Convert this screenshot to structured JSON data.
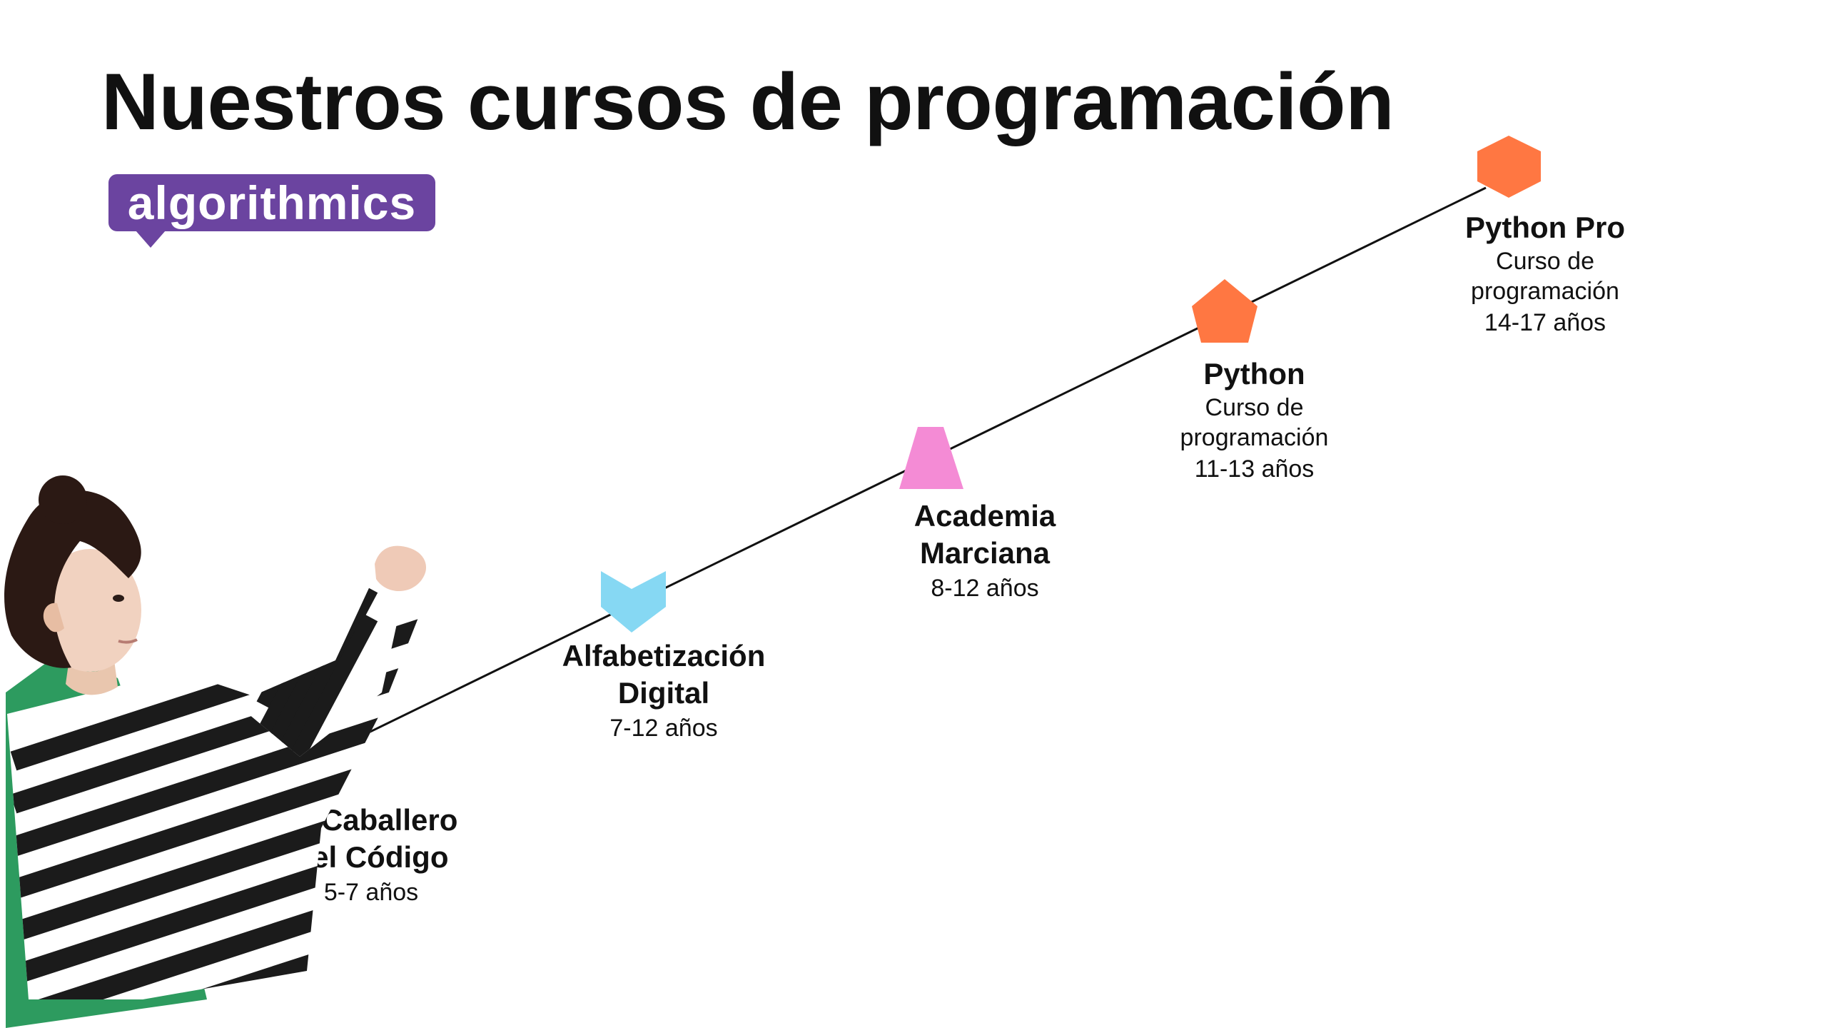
{
  "page": {
    "title": "Nuestros cursos de programación"
  },
  "logo": {
    "text": "algorithmics",
    "color": "#6b44a0"
  },
  "courses": [
    {
      "name_line1": "El Caballero",
      "name_line2": "del Código",
      "description_line1": "",
      "description_line2": "",
      "age": "5-7 años",
      "shape": "pentagon-down",
      "color": "#3dbf5f"
    },
    {
      "name_line1": "Alfabetización",
      "name_line2": "Digital",
      "description_line1": "",
      "description_line2": "",
      "age": "7-12 años",
      "shape": "chevron-down",
      "color": "#86d8f3"
    },
    {
      "name_line1": "Academia",
      "name_line2": "Marciana",
      "description_line1": "",
      "description_line2": "",
      "age": "8-12 años",
      "shape": "trapezoid",
      "color": "#f48bd5"
    },
    {
      "name_line1": "Python",
      "name_line2": "",
      "description_line1": "Curso de",
      "description_line2": "programación",
      "age": "11-13 años",
      "shape": "pentagon",
      "color": "#ff7742"
    },
    {
      "name_line1": "Python Pro",
      "name_line2": "",
      "description_line1": "Curso de",
      "description_line2": "programación",
      "age": "14-17 años",
      "shape": "hexagon",
      "color": "#ff7742"
    }
  ],
  "illustration": {
    "subject": "child-superhero",
    "cape_color": "#2d9b5f",
    "shirt_stripe_color": "#1a1a1a"
  }
}
